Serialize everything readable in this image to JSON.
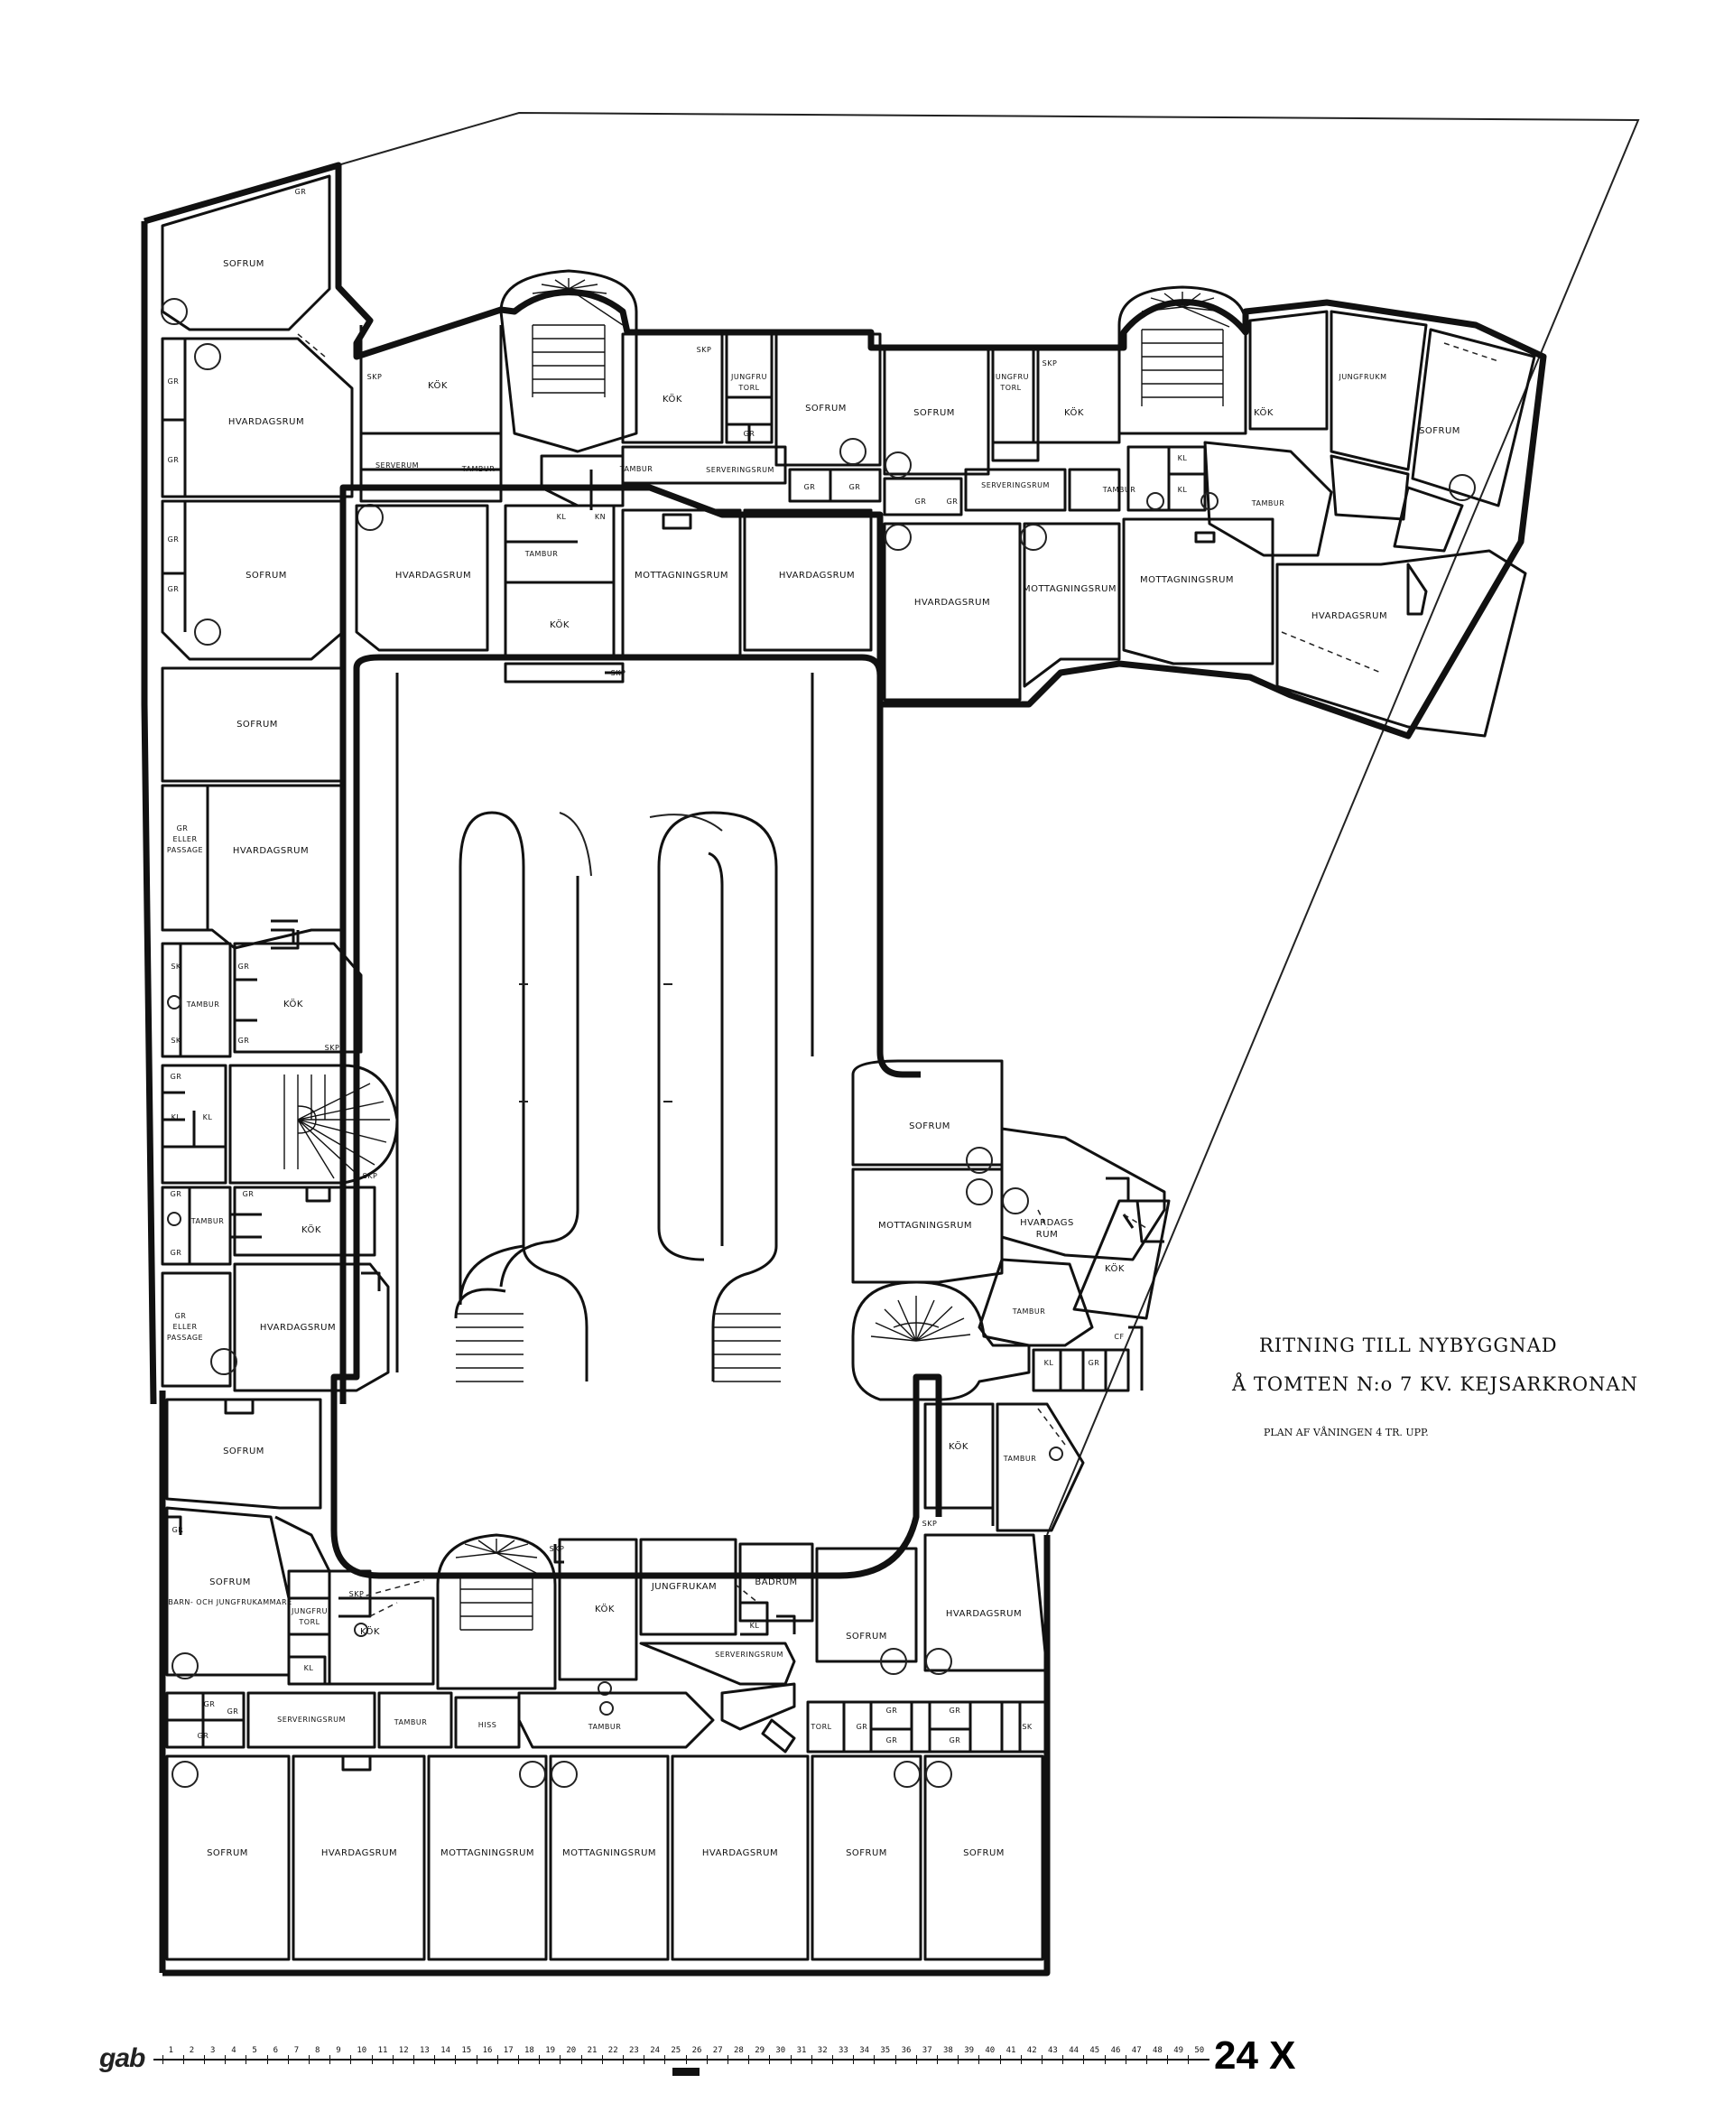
{
  "drawing": {
    "title_line1": "RITNING TILL NYBYGGNAD",
    "title_line2": "Å TOMTEN N:o 7 KV. KEJSARKRONAN",
    "subtitle": "PLAN AF VÅNINGEN 4 TR. UPP."
  },
  "footer": {
    "logo": "gab",
    "magnification": "24 X",
    "ruler_ticks": [
      "1",
      "2",
      "3",
      "4",
      "5",
      "6",
      "7",
      "8",
      "9",
      "10",
      "11",
      "12",
      "13",
      "14",
      "15",
      "16",
      "17",
      "18",
      "19",
      "20",
      "21",
      "22",
      "23",
      "24",
      "25",
      "26",
      "27",
      "28",
      "29",
      "30",
      "31",
      "32",
      "33",
      "34",
      "35",
      "36",
      "37",
      "38",
      "39",
      "40",
      "41",
      "42",
      "43",
      "44",
      "45",
      "46",
      "47",
      "48",
      "49",
      "50"
    ]
  },
  "rooms": [
    {
      "id": "r1",
      "label": "GR",
      "cls": "sm"
    },
    {
      "id": "r2",
      "label": "SOFRUM"
    },
    {
      "id": "r3",
      "label": "GR",
      "cls": "sm"
    },
    {
      "id": "r4",
      "label": "HVARDAGSRUM"
    },
    {
      "id": "r5",
      "label": "GR",
      "cls": "sm"
    },
    {
      "id": "r6",
      "label": "GR",
      "cls": "sm"
    },
    {
      "id": "r7",
      "label": "SOFRUM"
    },
    {
      "id": "r8",
      "label": "GR",
      "cls": "sm"
    },
    {
      "id": "r9",
      "label": "SKP",
      "cls": "sm"
    },
    {
      "id": "r10",
      "label": "KÖK"
    },
    {
      "id": "r11",
      "label": "SERVERUM",
      "cls": "sm"
    },
    {
      "id": "r12",
      "label": "TAMBUR",
      "cls": "sm"
    },
    {
      "id": "r13",
      "label": "TAMBUR",
      "cls": "sm"
    },
    {
      "id": "r14",
      "label": "SKP",
      "cls": "sm"
    },
    {
      "id": "r15",
      "label": "KÖK"
    },
    {
      "id": "r16",
      "label": "JUNGFRU",
      "cls": "sm"
    },
    {
      "id": "r17",
      "label": "TORL",
      "cls": "sm"
    },
    {
      "id": "r18",
      "label": "GR",
      "cls": "sm"
    },
    {
      "id": "r19",
      "label": "SOFRUM"
    },
    {
      "id": "r20",
      "label": "SERVERINGSRUM",
      "cls": "sm"
    },
    {
      "id": "r21",
      "label": "GR",
      "cls": "sm"
    },
    {
      "id": "r22",
      "label": "GR",
      "cls": "sm"
    },
    {
      "id": "r23",
      "label": "KL",
      "cls": "sm"
    },
    {
      "id": "r24",
      "label": "KN",
      "cls": "sm"
    },
    {
      "id": "r25",
      "label": "HVARDAGSRUM"
    },
    {
      "id": "r26",
      "label": "TAMBUR",
      "cls": "sm"
    },
    {
      "id": "r27",
      "label": "MOTTAGNINGSRUM"
    },
    {
      "id": "r28",
      "label": "HVARDAGSRUM"
    },
    {
      "id": "r29",
      "label": "KÖK"
    },
    {
      "id": "r30",
      "label": "SKP",
      "cls": "sm"
    },
    {
      "id": "r31",
      "label": "SOFRUM"
    },
    {
      "id": "r32",
      "label": "GR",
      "cls": "sm"
    },
    {
      "id": "r33",
      "label": "GR",
      "cls": "sm"
    },
    {
      "id": "r34",
      "label": "JUNGFRU",
      "cls": "sm"
    },
    {
      "id": "r35",
      "label": "TORL",
      "cls": "sm"
    },
    {
      "id": "r36",
      "label": "SKP",
      "cls": "sm"
    },
    {
      "id": "r37",
      "label": "KÖK"
    },
    {
      "id": "r38",
      "label": "SERVERINGSRUM",
      "cls": "sm"
    },
    {
      "id": "r39",
      "label": "TAMBUR",
      "cls": "sm"
    },
    {
      "id": "r40",
      "label": "HVARDAGSRUM"
    },
    {
      "id": "r41",
      "label": "MOTTAGNINGSRUM"
    },
    {
      "id": "r42",
      "label": "KÖK"
    },
    {
      "id": "r43",
      "label": "KL",
      "cls": "sm"
    },
    {
      "id": "r44",
      "label": "KL",
      "cls": "sm"
    },
    {
      "id": "r45",
      "label": "JUNGFRUKM",
      "cls": "sm"
    },
    {
      "id": "r46",
      "label": "SOFRUM"
    },
    {
      "id": "r47",
      "label": "TAMBUR",
      "cls": "sm"
    },
    {
      "id": "r48",
      "label": "MOTTAGNINGSRUM"
    },
    {
      "id": "r49",
      "label": "HVARDAGSRUM"
    },
    {
      "id": "r50",
      "label": "SOFRUM"
    },
    {
      "id": "r51",
      "label": "GR",
      "cls": "sm"
    },
    {
      "id": "r52",
      "label": "ELLER",
      "cls": "sm"
    },
    {
      "id": "r53",
      "label": "PASSAGE",
      "cls": "sm"
    },
    {
      "id": "r54",
      "label": "HVARDAGSRUM"
    },
    {
      "id": "r55",
      "label": "SK",
      "cls": "sm"
    },
    {
      "id": "r56",
      "label": "GR",
      "cls": "sm"
    },
    {
      "id": "r57",
      "label": "TAMBUR",
      "cls": "sm"
    },
    {
      "id": "r58",
      "label": "KÖK"
    },
    {
      "id": "r59",
      "label": "SK",
      "cls": "sm"
    },
    {
      "id": "r60",
      "label": "GR",
      "cls": "sm"
    },
    {
      "id": "r61",
      "label": "SKP",
      "cls": "sm"
    },
    {
      "id": "r62",
      "label": "GR",
      "cls": "sm"
    },
    {
      "id": "r63",
      "label": "KL",
      "cls": "sm"
    },
    {
      "id": "r64",
      "label": "KL",
      "cls": "sm"
    },
    {
      "id": "r65",
      "label": "SKP",
      "cls": "sm"
    },
    {
      "id": "r66",
      "label": "GR",
      "cls": "sm"
    },
    {
      "id": "r67",
      "label": "GR",
      "cls": "sm"
    },
    {
      "id": "r68",
      "label": "TAMBUR",
      "cls": "sm"
    },
    {
      "id": "r69",
      "label": "KÖK"
    },
    {
      "id": "r70",
      "label": "GR",
      "cls": "sm"
    },
    {
      "id": "r71",
      "label": "GR",
      "cls": "sm"
    },
    {
      "id": "r72",
      "label": "ELLER",
      "cls": "sm"
    },
    {
      "id": "r73",
      "label": "PASSAGE",
      "cls": "sm"
    },
    {
      "id": "r74",
      "label": "HVARDAGSRUM"
    },
    {
      "id": "r75",
      "label": "SOFRUM"
    },
    {
      "id": "r76",
      "label": "MOTTAGNINGSRUM"
    },
    {
      "id": "r77",
      "label": "HVARDAGS"
    },
    {
      "id": "r78",
      "label": "RUM"
    },
    {
      "id": "r79",
      "label": "KÖK"
    },
    {
      "id": "r80",
      "label": "TAMBUR",
      "cls": "sm"
    },
    {
      "id": "r81",
      "label": "KL",
      "cls": "sm"
    },
    {
      "id": "r82",
      "label": "GR",
      "cls": "sm"
    },
    {
      "id": "r83",
      "label": "CF",
      "cls": "sm"
    },
    {
      "id": "r84",
      "label": "SOFRUM"
    },
    {
      "id": "r85",
      "label": "KÖK"
    },
    {
      "id": "r86",
      "label": "TAMBUR",
      "cls": "sm"
    },
    {
      "id": "r87",
      "label": "GR",
      "cls": "sm"
    },
    {
      "id": "r88",
      "label": "SOFRUM"
    },
    {
      "id": "r89",
      "label": "BARN- OCH JUNGFRUKAMMARE",
      "cls": "sm"
    },
    {
      "id": "r90",
      "label": "SKP",
      "cls": "sm"
    },
    {
      "id": "r91",
      "label": "JUNGFRU",
      "cls": "sm"
    },
    {
      "id": "r92",
      "label": "TORL",
      "cls": "sm"
    },
    {
      "id": "r93",
      "label": "KÖK"
    },
    {
      "id": "r94",
      "label": "KL",
      "cls": "sm"
    },
    {
      "id": "r95",
      "label": "SKP",
      "cls": "sm"
    },
    {
      "id": "r96",
      "label": "KÖK"
    },
    {
      "id": "r97",
      "label": "JUNGFRUKAM"
    },
    {
      "id": "r98",
      "label": "BADRUM"
    },
    {
      "id": "r99",
      "label": "KL",
      "cls": "sm"
    },
    {
      "id": "r100",
      "label": "SERVERINGSRUM",
      "cls": "sm"
    },
    {
      "id": "r101",
      "label": "SKP",
      "cls": "sm"
    },
    {
      "id": "r102",
      "label": "SOFRUM"
    },
    {
      "id": "r103",
      "label": "HVARDAGSRUM"
    },
    {
      "id": "r104",
      "label": "GR",
      "cls": "sm"
    },
    {
      "id": "r105",
      "label": "GR",
      "cls": "sm"
    },
    {
      "id": "r106",
      "label": "GR",
      "cls": "sm"
    },
    {
      "id": "r107",
      "label": "SERVERINGSRUM",
      "cls": "sm"
    },
    {
      "id": "r108",
      "label": "TAMBUR",
      "cls": "sm"
    },
    {
      "id": "r109",
      "label": "HISS",
      "cls": "sm"
    },
    {
      "id": "r110",
      "label": "TAMBUR",
      "cls": "sm"
    },
    {
      "id": "r111",
      "label": "TORL",
      "cls": "sm"
    },
    {
      "id": "r112",
      "label": "GR",
      "cls": "sm"
    },
    {
      "id": "r113",
      "label": "GR",
      "cls": "sm"
    },
    {
      "id": "r114",
      "label": "GR",
      "cls": "sm"
    },
    {
      "id": "r115",
      "label": "GR",
      "cls": "sm"
    },
    {
      "id": "r116",
      "label": "GR",
      "cls": "sm"
    },
    {
      "id": "r117",
      "label": "SK",
      "cls": "sm"
    },
    {
      "id": "r118",
      "label": "SOFRUM"
    },
    {
      "id": "r119",
      "label": "HVARDAGSRUM"
    },
    {
      "id": "r120",
      "label": "MOTTAGNINGSRUM"
    },
    {
      "id": "r121",
      "label": "MOTTAGNINGSRUM"
    },
    {
      "id": "r122",
      "label": "HVARDAGSRUM"
    },
    {
      "id": "r123",
      "label": "SOFRUM"
    },
    {
      "id": "r124",
      "label": "SOFRUM"
    }
  ]
}
